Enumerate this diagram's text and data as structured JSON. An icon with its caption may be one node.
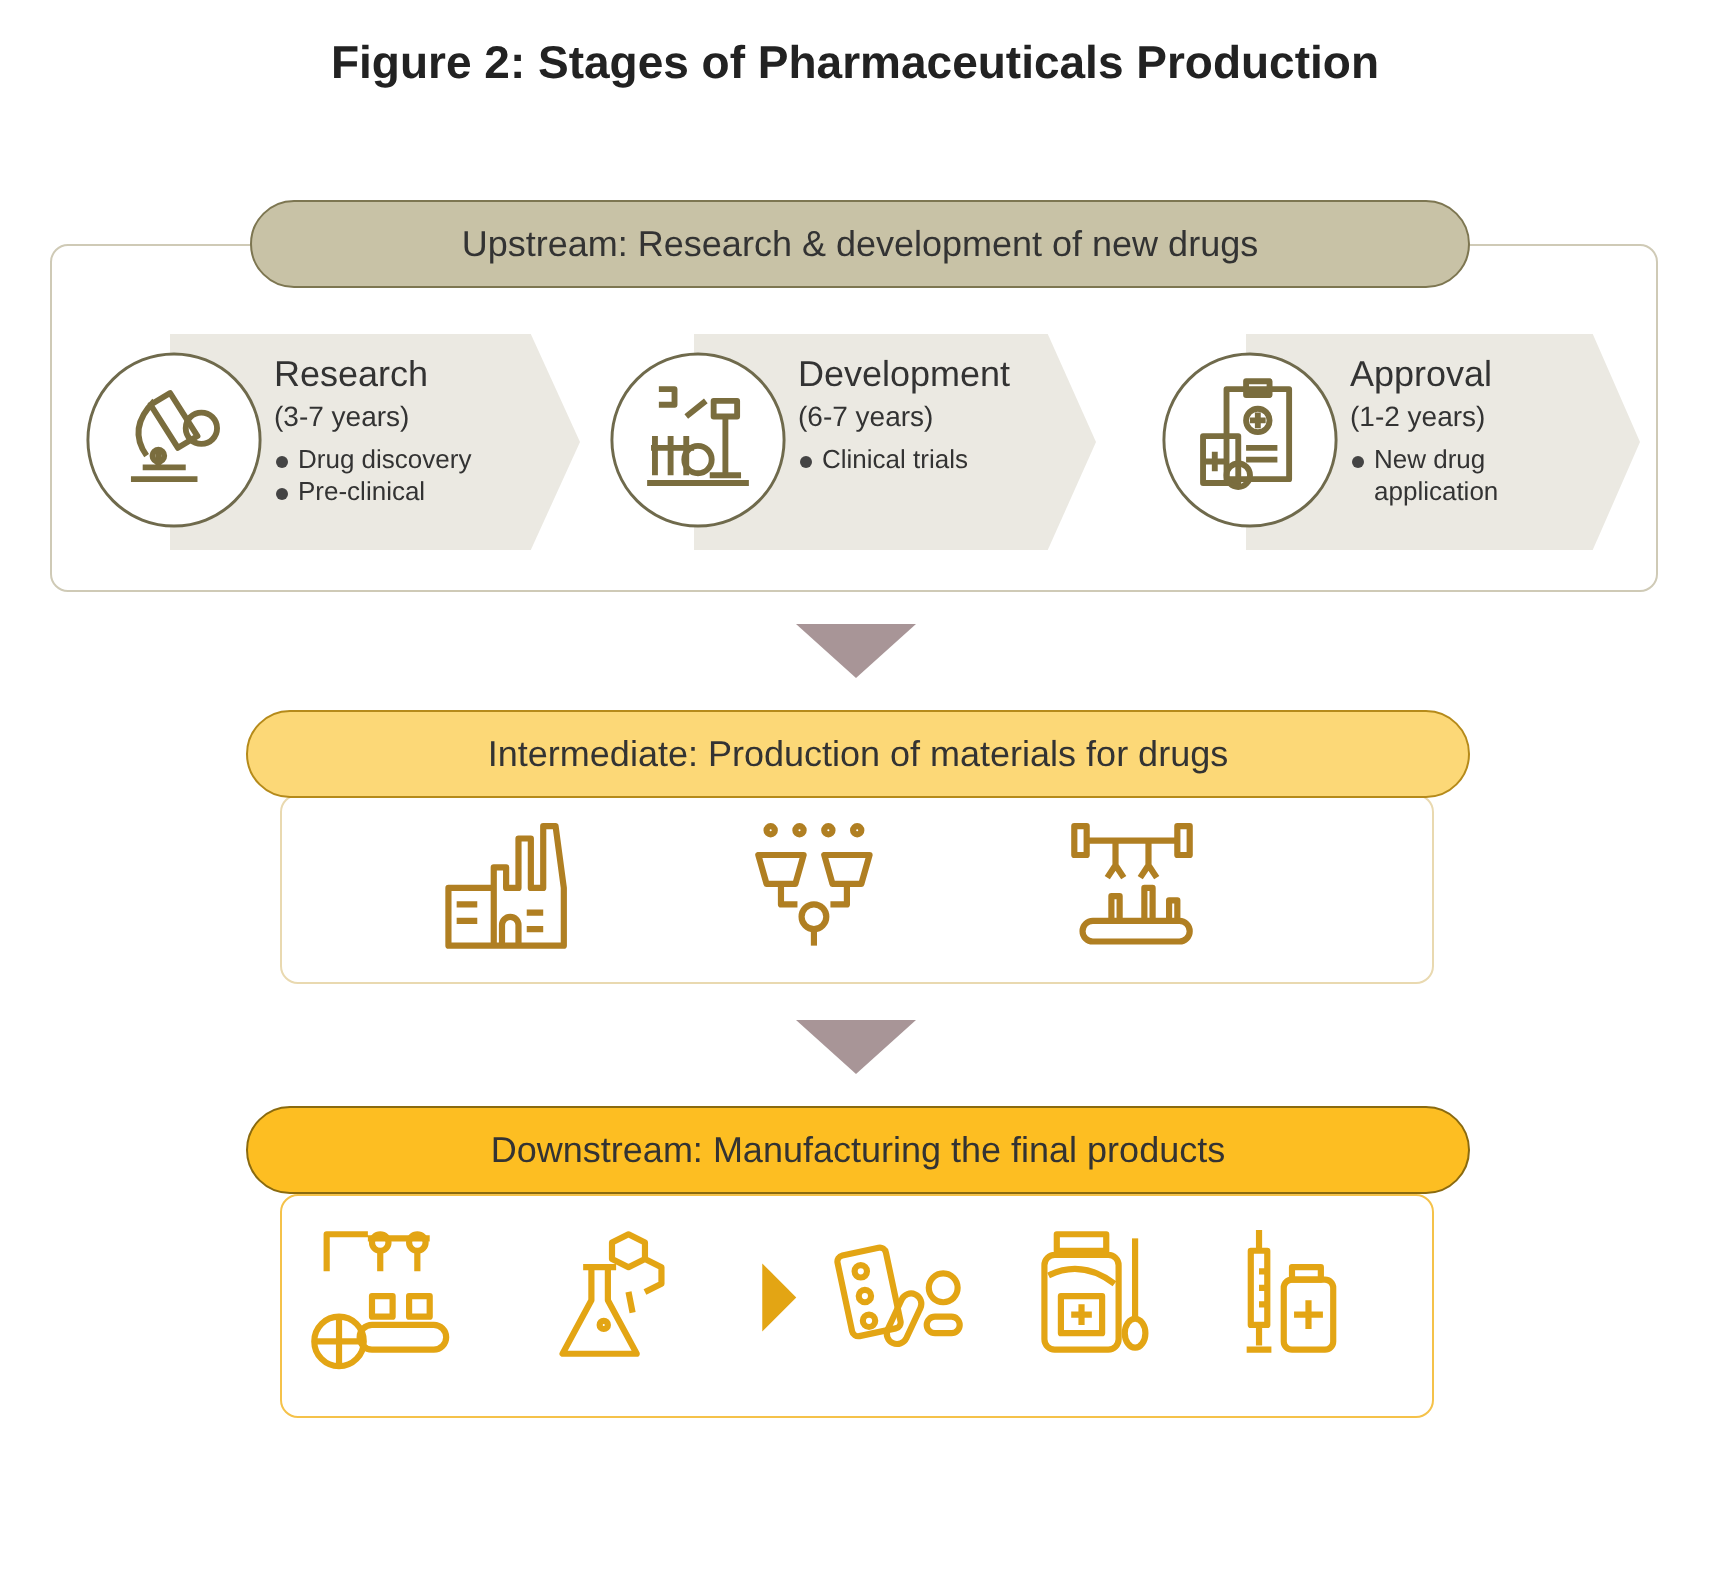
{
  "diagram": {
    "title": "Figure 2: Stages of Pharmaceuticals Production",
    "nodes": [
      {
        "text": [
          "Upstream: Research & development of new drugs"
        ]
      },
      {
        "text": [
          "Research",
          "(3-7 years)",
          "Drug discovery",
          "Pre-clinical"
        ],
        "in": 0
      },
      {
        "text": [
          "Development",
          "(6-7 years)",
          "Clinical trials"
        ],
        "in": 0
      },
      {
        "text": [
          "Approval",
          "(1-2 years)",
          "New drug application"
        ],
        "in": 0
      },
      {
        "text": [
          "Intermediate: Production of materials for drugs"
        ]
      },
      {
        "text": [
          "Downstream: Manufacturing the final products"
        ]
      }
    ],
    "edges": [
      {
        "from": 0,
        "to": 4,
        "arrow": "to"
      },
      {
        "from": 4,
        "to": 5,
        "arrow": "to"
      }
    ]
  }
}
